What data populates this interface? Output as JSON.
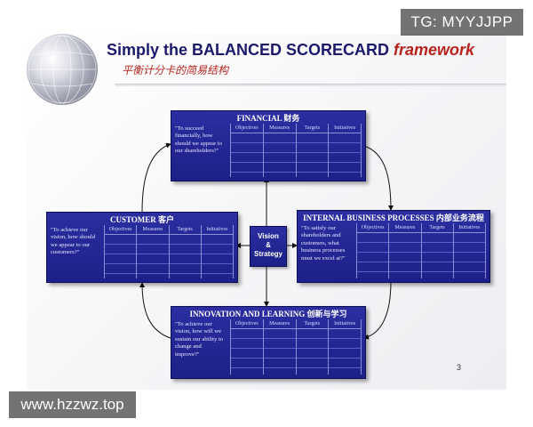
{
  "header": {
    "title_prefix": "Simply the BALANCED SCORECARD ",
    "title_emphasis": "framework",
    "subtitle": "平衡计分卡的简易结构"
  },
  "center": {
    "line1": "Vision",
    "line2": "&",
    "line3": "Strategy"
  },
  "column_headers": [
    "Objectives",
    "Measures",
    "Targets",
    "Initiatives"
  ],
  "perspectives": {
    "financial": {
      "title": "FINANCIAL 财务",
      "quote": "\"To succeed financially, how should we appear to our shareholders?\""
    },
    "customer": {
      "title": "CUSTOMER 客户",
      "quote": "\"To achieve our vision, how should we appear to our customers?\""
    },
    "internal": {
      "title": "INTERNAL BUSINESS PROCESSES 内部业务流程",
      "quote": "\"To satisfy our shareholders and customers, what business processes must we excel at?\""
    },
    "learning": {
      "title": "INNOVATION AND LEARNING 创新与学习",
      "quote": "\"To achieve our vision, how will we sustain our ability to change and improve?\""
    }
  },
  "page_number": "3",
  "watermarks": {
    "top_right": "TG: MYYJJPP",
    "bottom_left": "www.hzzwz.top"
  },
  "colors": {
    "box_fill": "#1d2088",
    "title_blue": "#1a1a6b",
    "accent_red": "#b5231c"
  }
}
